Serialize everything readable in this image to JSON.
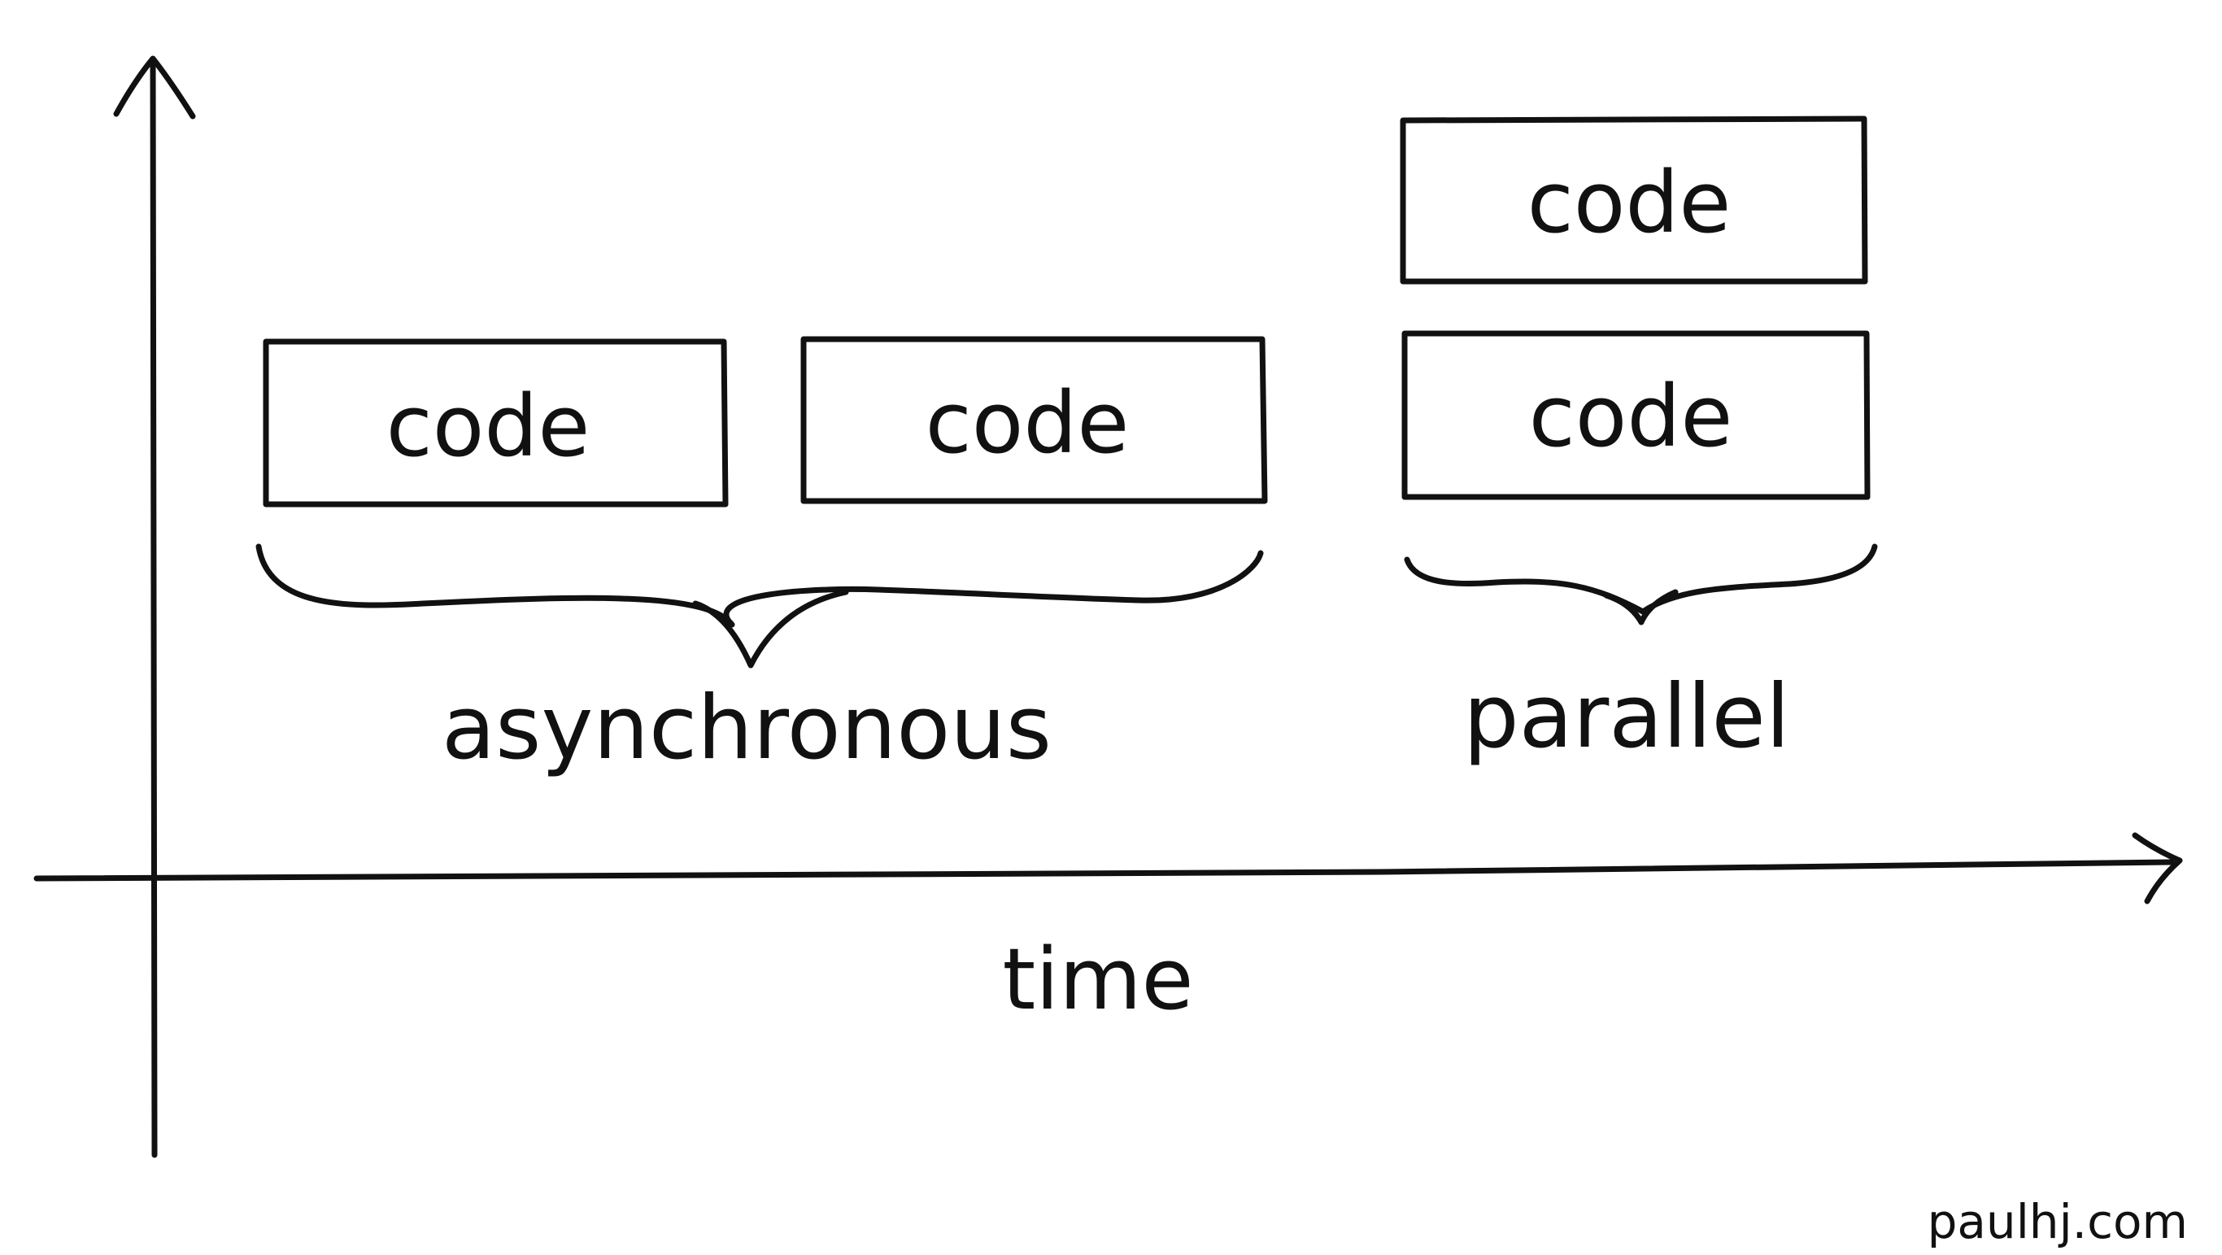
{
  "diagram": {
    "boxes": {
      "async_first": "code",
      "async_second": "code",
      "parallel_top": "code",
      "parallel_bottom": "code"
    },
    "groups": {
      "asynchronous": "asynchronous",
      "parallel": "parallel"
    },
    "x_axis_label": "time",
    "watermark": "paulhj.com"
  }
}
